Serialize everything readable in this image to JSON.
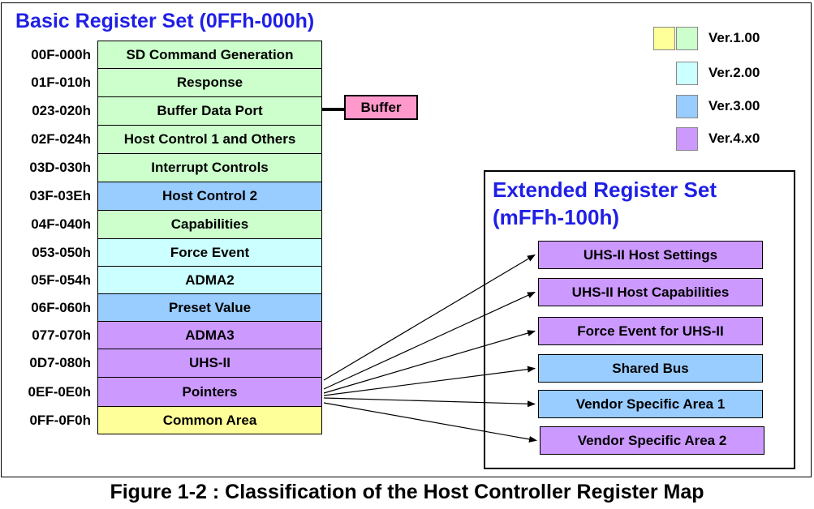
{
  "title": "Basic Register Set (0FFh-000h)",
  "colors": {
    "green": "#ccffcc",
    "cyan": "#ccffff",
    "blue": "#99ccff",
    "purple": "#cc99ff",
    "yellow": "#ffff99",
    "pink": "#ff99cc",
    "title_blue": "#1f1fe6"
  },
  "registers": [
    {
      "addr": "00F-000h",
      "label": "SD Command Generation",
      "color": "green"
    },
    {
      "addr": "01F-010h",
      "label": "Response",
      "color": "green"
    },
    {
      "addr": "023-020h",
      "label": "Buffer Data Port",
      "color": "green"
    },
    {
      "addr": "02F-024h",
      "label": "Host Control 1 and Others",
      "color": "green"
    },
    {
      "addr": "03D-030h",
      "label": "Interrupt Controls",
      "color": "green"
    },
    {
      "addr": "03F-03Eh",
      "label": "Host Control 2",
      "color": "blue"
    },
    {
      "addr": "04F-040h",
      "label": "Capabilities",
      "color": "green"
    },
    {
      "addr": "053-050h",
      "label": "Force Event",
      "color": "cyan"
    },
    {
      "addr": "05F-054h",
      "label": "ADMA2",
      "color": "cyan"
    },
    {
      "addr": "06F-060h",
      "label": "Preset Value",
      "color": "blue"
    },
    {
      "addr": "077-070h",
      "label": "ADMA3",
      "color": "purple"
    },
    {
      "addr": "0D7-080h",
      "label": "UHS-II",
      "color": "purple"
    },
    {
      "addr": "0EF-0E0h",
      "label": "Pointers",
      "color": "purple"
    },
    {
      "addr": "0FF-0F0h",
      "label": "Common Area",
      "color": "yellow"
    }
  ],
  "buffer": {
    "label": "Buffer"
  },
  "legend": [
    {
      "label": "Ver.1.00",
      "colors": [
        "yellow",
        "green"
      ]
    },
    {
      "label": "Ver.2.00",
      "colors": [
        "cyan"
      ]
    },
    {
      "label": "Ver.3.00",
      "colors": [
        "blue"
      ]
    },
    {
      "label": "Ver.4.x0",
      "colors": [
        "purple"
      ]
    }
  ],
  "extended": {
    "title_line1": "Extended Register Set",
    "title_line2": "(mFFh-100h)",
    "registers": [
      {
        "label": "UHS-II Host Settings",
        "color": "purple"
      },
      {
        "label": "UHS-II Host Capabilities",
        "color": "purple"
      },
      {
        "label": "Force Event for UHS-II",
        "color": "purple"
      },
      {
        "label": "Shared Bus",
        "color": "blue"
      },
      {
        "label": "Vendor Specific Area 1",
        "color": "blue"
      },
      {
        "label": "Vendor Specific Area 2",
        "color": "purple"
      }
    ]
  },
  "caption": "Figure 1-2 : Classification of the Host Controller Register Map"
}
